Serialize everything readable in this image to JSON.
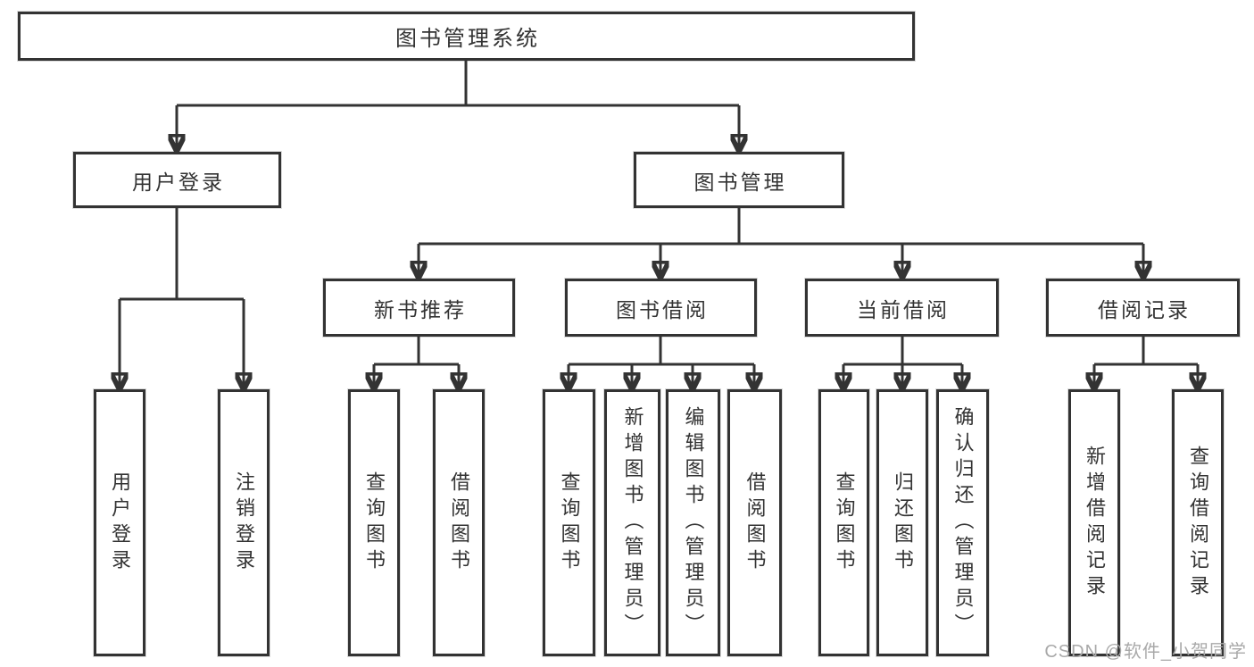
{
  "diagram": {
    "title": "图书管理系统",
    "children": [
      {
        "label": "用户登录",
        "children": [
          {
            "label": "用户登录"
          },
          {
            "label": "注销登录"
          }
        ]
      },
      {
        "label": "图书管理",
        "children": [
          {
            "label": "新书推荐",
            "children": [
              {
                "label": "查询图书"
              },
              {
                "label": "借阅图书"
              }
            ]
          },
          {
            "label": "图书借阅",
            "children": [
              {
                "label": "查询图书"
              },
              {
                "label": "新增图书（管理员）"
              },
              {
                "label": "编辑图书（管理员）"
              },
              {
                "label": "借阅图书"
              }
            ]
          },
          {
            "label": "当前借阅",
            "children": [
              {
                "label": "查询图书"
              },
              {
                "label": "归还图书"
              },
              {
                "label": "确认归还（管理员）"
              }
            ]
          },
          {
            "label": "借阅记录",
            "children": [
              {
                "label": "新增借阅记录"
              },
              {
                "label": "查询借阅记录"
              }
            ]
          }
        ]
      }
    ]
  },
  "watermark": "CSDN @软件_小贺同学",
  "colors": {
    "line": "#333333",
    "text": "#333333",
    "watermark": "#a9a9a9",
    "background": "#ffffff"
  }
}
